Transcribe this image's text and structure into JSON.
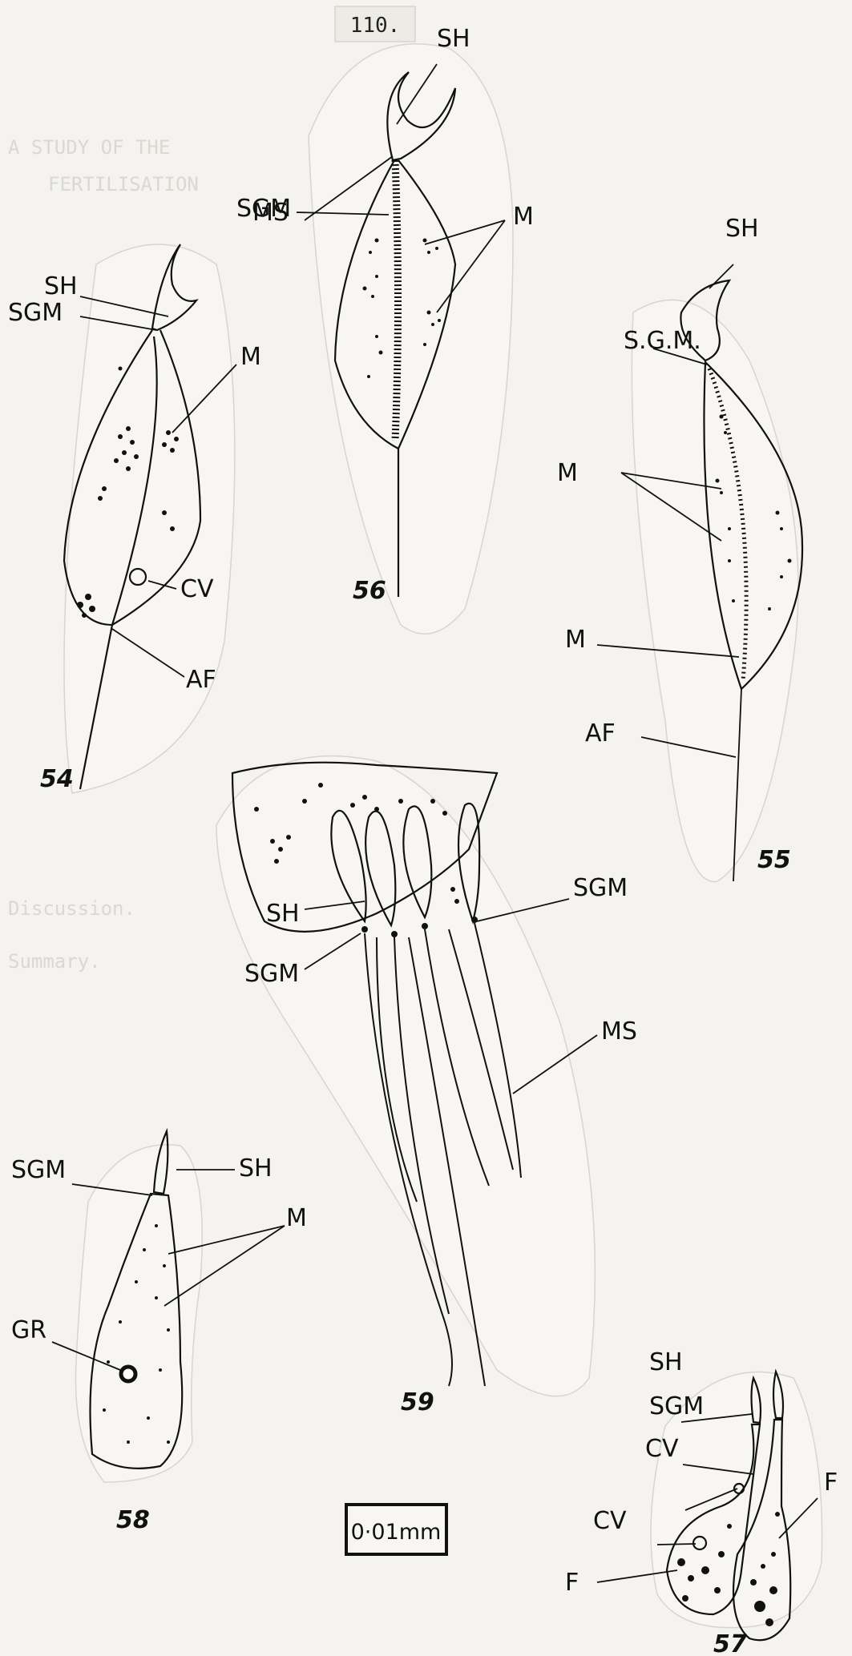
{
  "page_number": "110.",
  "ghost_text": [
    "A STUDY OF THE",
    "FERTILISATION",
    "Discussion.",
    "Summary."
  ],
  "scale_bar": "0·01mm",
  "figures": [
    {
      "number": "54",
      "labels": [
        "SH",
        "SGM",
        "M",
        "CV",
        "AF"
      ]
    },
    {
      "number": "55",
      "labels": [
        "SH",
        "S.G.M.",
        "M",
        "M",
        "AF"
      ]
    },
    {
      "number": "56",
      "labels": [
        "SH",
        "SGM",
        "MS",
        "M"
      ]
    },
    {
      "number": "57",
      "labels": [
        "SH",
        "SGM",
        "CV",
        "CV",
        "F",
        "F"
      ]
    },
    {
      "number": "58",
      "labels": [
        "SGM",
        "SH",
        "M",
        "GR"
      ]
    },
    {
      "number": "59",
      "labels": [
        "SGM",
        "SH",
        "SGM",
        "MS"
      ]
    }
  ]
}
